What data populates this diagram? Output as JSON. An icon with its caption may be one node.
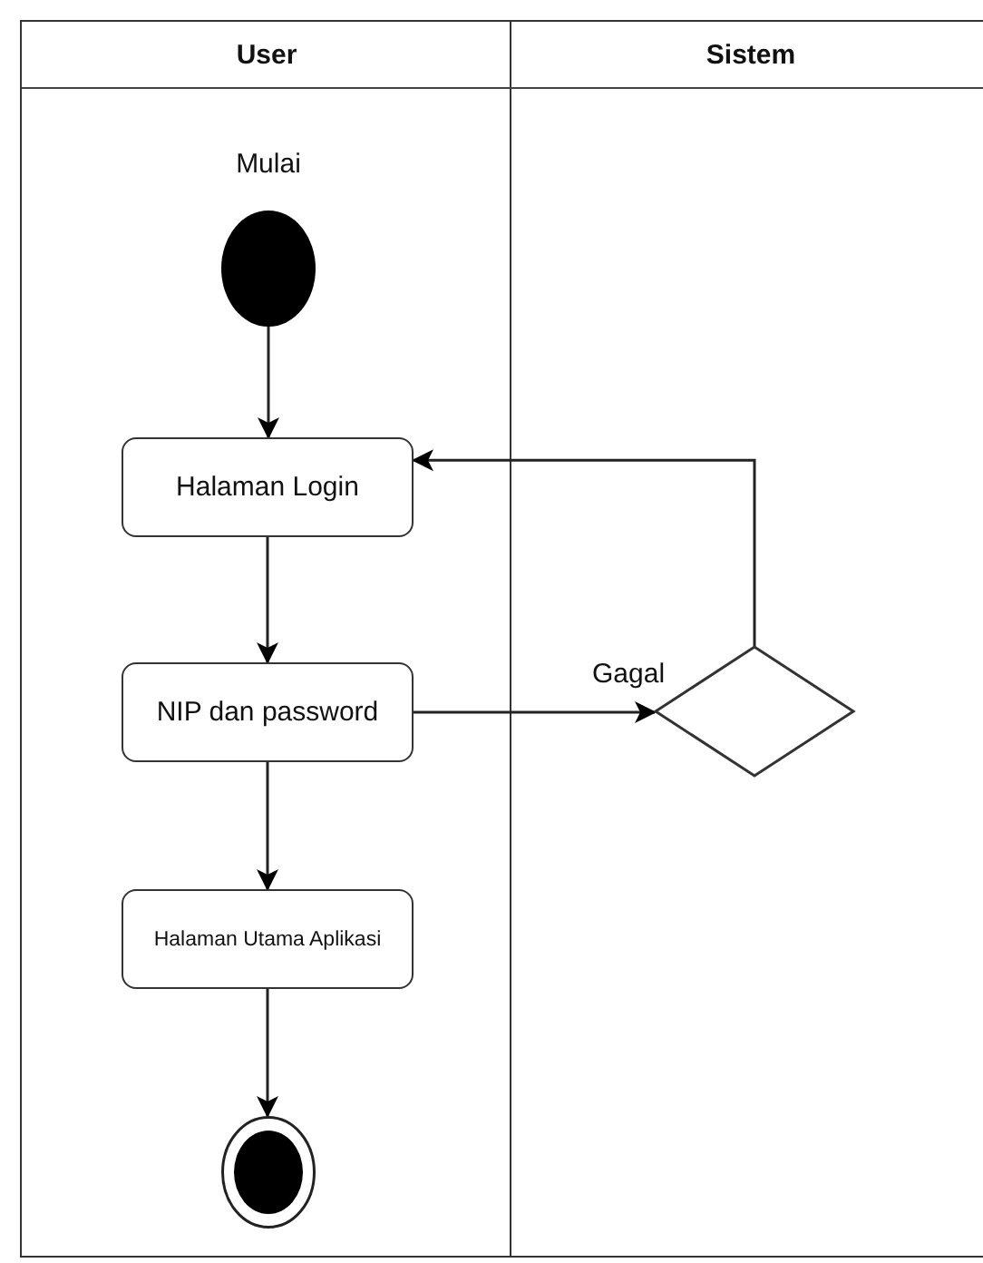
{
  "diagram": {
    "nodes": [
      {
        "text": [
          "User"
        ]
      },
      {
        "text": [
          "Sistem"
        ]
      },
      {
        "text": [],
        "shape": "circle",
        "in": 0,
        "beside": [
          "Mulai"
        ]
      },
      {
        "text": [
          "Halaman Login"
        ],
        "in": 0
      },
      {
        "text": [
          "NIP dan password"
        ],
        "in": 0
      },
      {
        "text": [
          "Halaman Utama Aplikasi"
        ],
        "in": 0
      },
      {
        "text": [],
        "shape": "diamond",
        "in": 1
      },
      {
        "text": [],
        "shape": "bullseye",
        "in": 0
      }
    ],
    "edges": [
      {
        "from": 2,
        "to": 3,
        "arrow": "to"
      },
      {
        "from": 3,
        "to": 4,
        "arrow": "to"
      },
      {
        "from": 4,
        "to": 6,
        "arrow": "to",
        "label": "Gagal"
      },
      {
        "from": 6,
        "to": 3,
        "arrow": "to"
      },
      {
        "from": 4,
        "to": 5,
        "arrow": "to"
      },
      {
        "from": 5,
        "to": 7,
        "arrow": "to"
      }
    ]
  }
}
